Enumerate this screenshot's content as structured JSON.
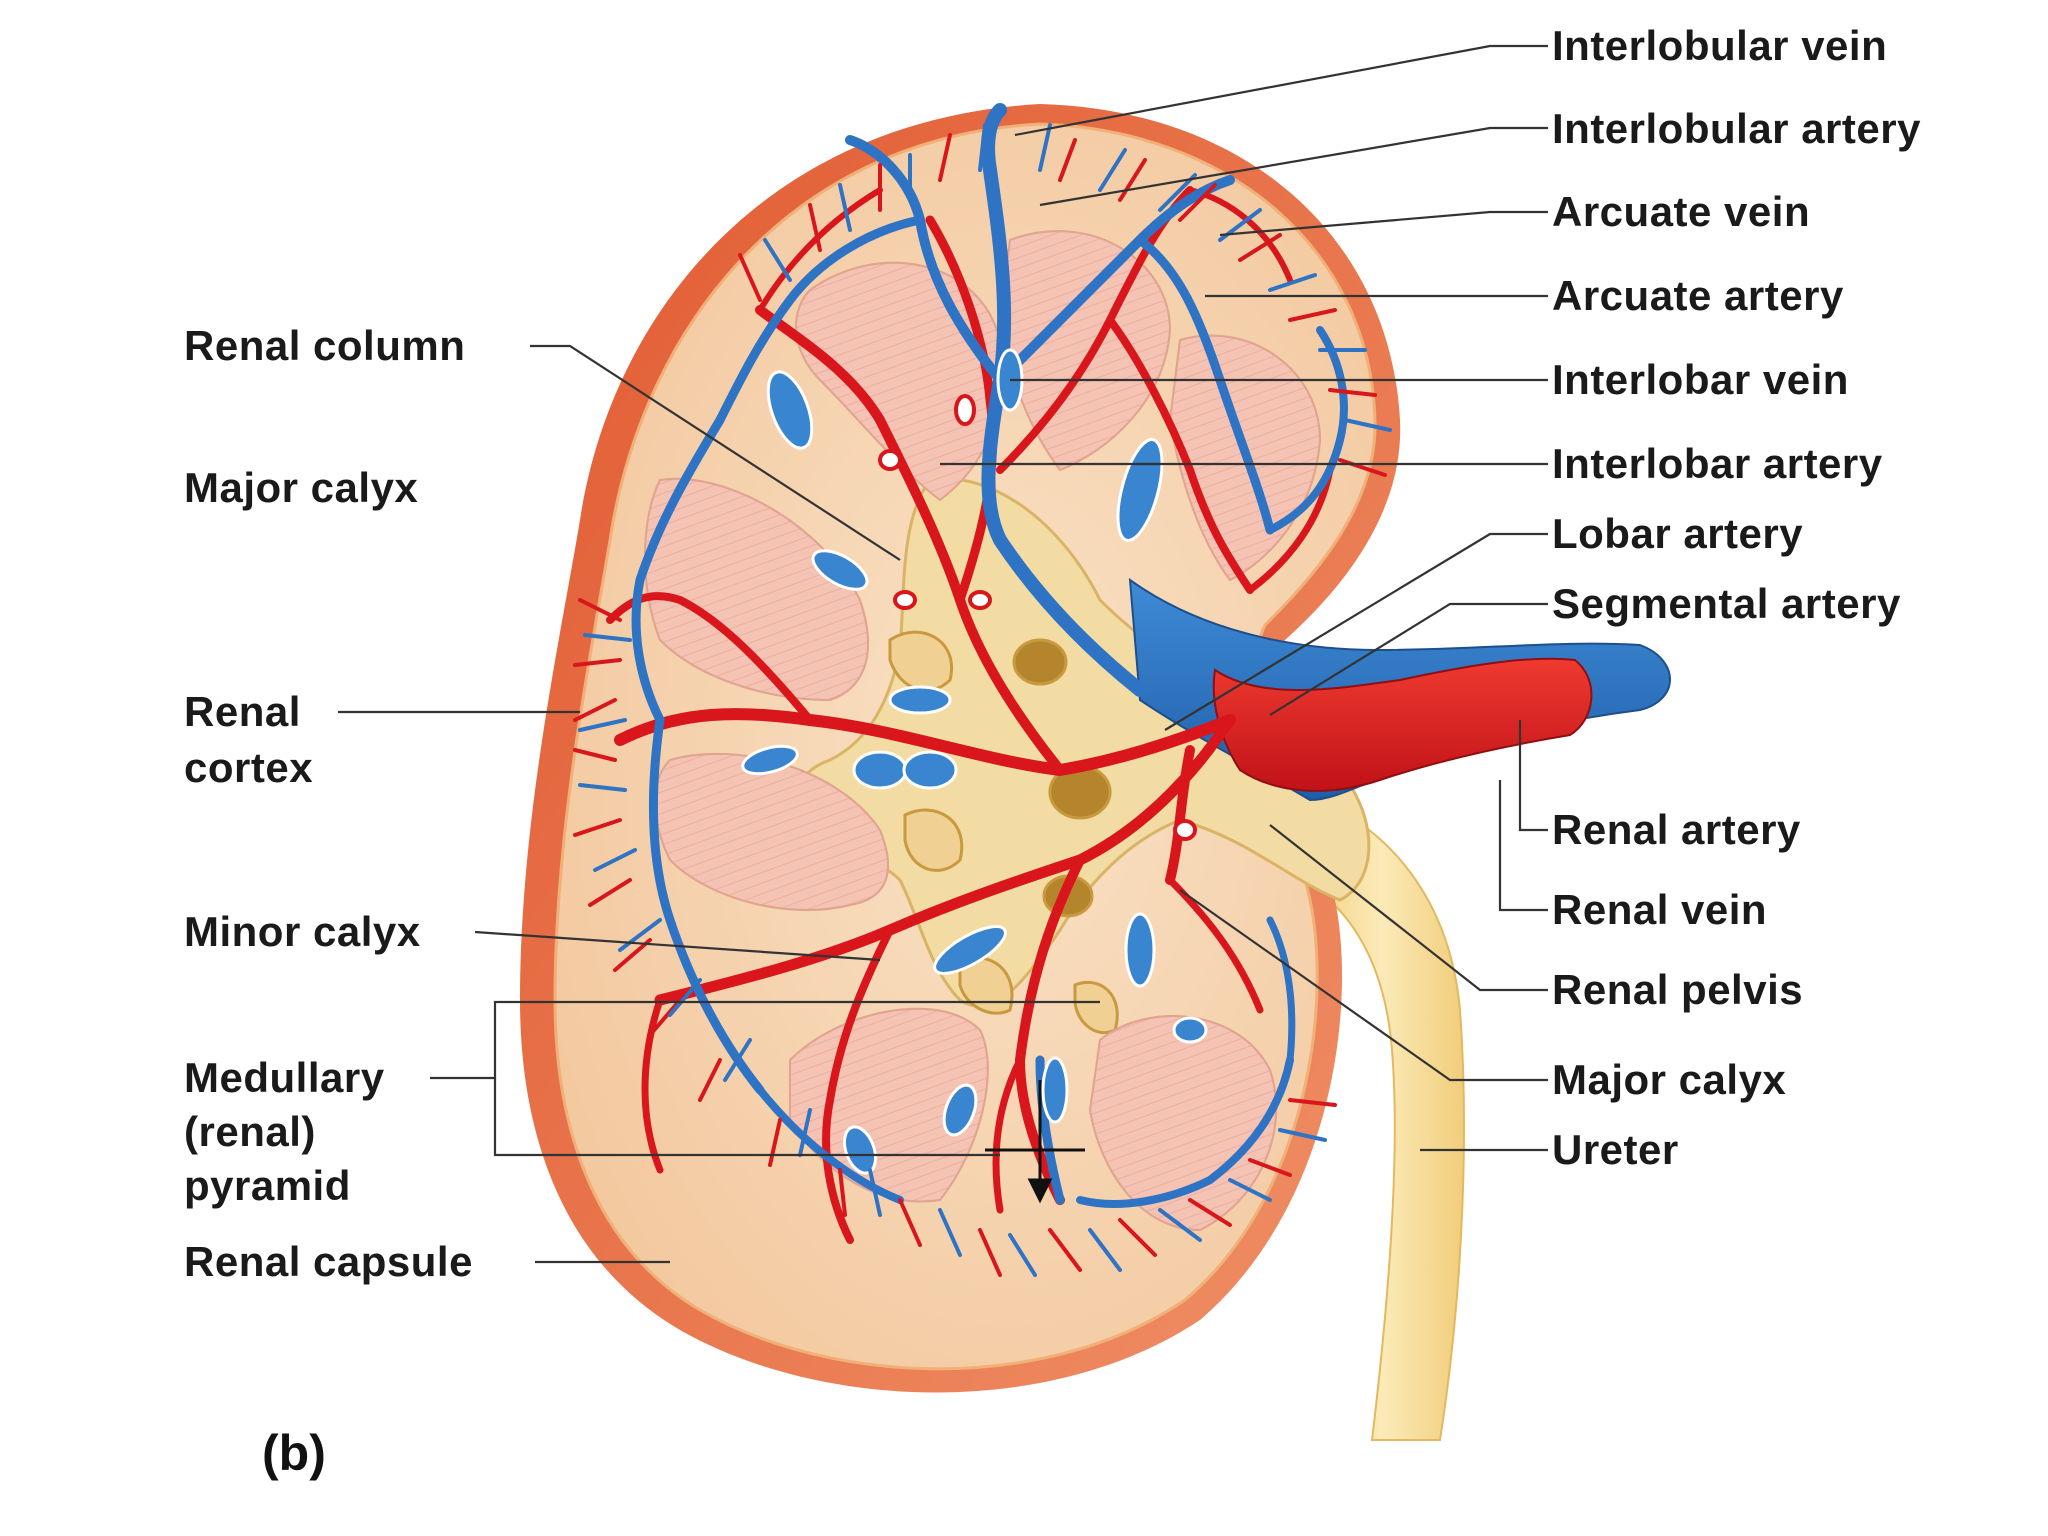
{
  "figure": {
    "panel_label": "(b)",
    "colors": {
      "artery": "#d8161b",
      "vein": "#2f73c4",
      "capsule": "#e8774a",
      "cortex": "#f6d3b0",
      "pyramid": "#f4c3b4",
      "pelvis": "#f3dca3",
      "ureter": "#f5dd96"
    }
  },
  "labels_left": {
    "renal_column": "Renal column",
    "major_calyx": "Major calyx",
    "renal_cortex_1": "Renal",
    "renal_cortex_2": "cortex",
    "minor_calyx": "Minor calyx",
    "medullary_1": "Medullary",
    "medullary_2": "(renal)",
    "medullary_3": "pyramid",
    "renal_capsule": "Renal capsule"
  },
  "labels_right": {
    "interlobular_vein": "Interlobular vein",
    "interlobular_artery": "Interlobular artery",
    "arcuate_vein": "Arcuate vein",
    "arcuate_artery": "Arcuate artery",
    "interlobar_vein": "Interlobar vein",
    "interlobar_artery": "Interlobar artery",
    "lobar_artery": "Lobar artery",
    "segmental_artery": "Segmental artery",
    "renal_artery": "Renal artery",
    "renal_vein": "Renal vein",
    "renal_pelvis": "Renal pelvis",
    "major_calyx": "Major calyx",
    "ureter": "Ureter"
  }
}
